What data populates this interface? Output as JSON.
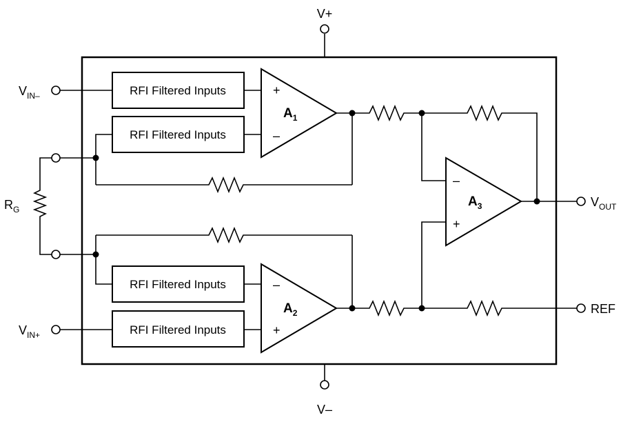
{
  "diagram": {
    "supply": {
      "positive": "V+",
      "negative": "V–"
    },
    "inputs": {
      "inverting": {
        "main": "V",
        "sub": "IN–"
      },
      "noninverting": {
        "main": "V",
        "sub": "IN+"
      }
    },
    "gain_resistor": {
      "main": "R",
      "sub": "G"
    },
    "filter_blocks": [
      "RFI Filtered Inputs",
      "RFI Filtered Inputs",
      "RFI Filtered Inputs",
      "RFI Filtered Inputs"
    ],
    "amplifiers": [
      {
        "main": "A",
        "sub": "1",
        "input_top": "+",
        "input_bottom": "–"
      },
      {
        "main": "A",
        "sub": "2",
        "input_top": "–",
        "input_bottom": "+"
      },
      {
        "main": "A",
        "sub": "3",
        "input_top": "–",
        "input_bottom": "+"
      }
    ],
    "outputs": {
      "vout": {
        "main": "V",
        "sub": "OUT"
      },
      "ref": "REF"
    }
  }
}
